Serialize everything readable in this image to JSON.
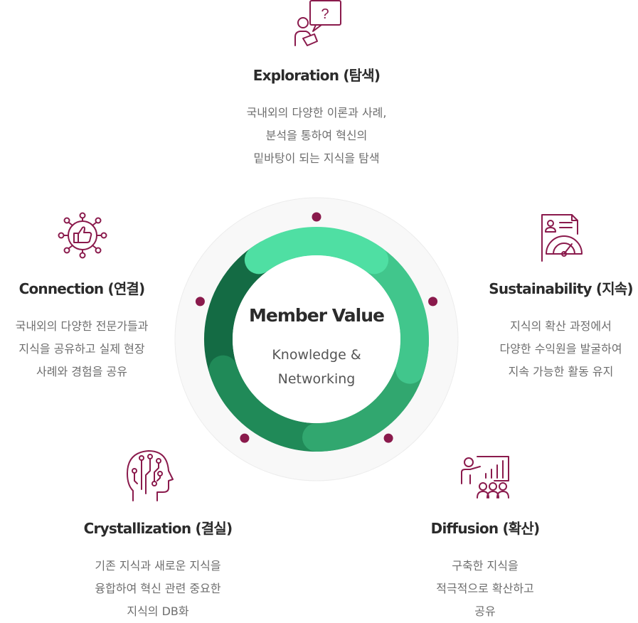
{
  "center": {
    "title": "Member Value",
    "subtitle_line1": "Knowledge &",
    "subtitle_line2": "Networking"
  },
  "items": [
    {
      "icon": "question-speech-icon",
      "title": "Exploration (탐색)",
      "lines": [
        "국내외의 다양한 이론과 사례,",
        "분석을 통하여 혁신의",
        "밑바탕이 되는 지식을 탐색"
      ]
    },
    {
      "icon": "report-gauge-icon",
      "title": "Sustainability (지속)",
      "lines": [
        "지식의 확산 과정에서",
        "다양한 수익원을 발굴하여",
        "지속 가능한 활동 유지"
      ]
    },
    {
      "icon": "presentation-audience-icon",
      "title": "Diffusion (확산)",
      "lines": [
        "구축한 지식을",
        "적극적으로 확산하고",
        "공유"
      ]
    },
    {
      "icon": "brain-circuit-icon",
      "title": "Crystallization (결실)",
      "lines": [
        "기존 지식과 새로운 지식을",
        "융합하여 혁신 관련 중요한",
        "지식의 DB화"
      ]
    },
    {
      "icon": "thumbs-up-network-icon",
      "title": "Connection (연결)",
      "lines": [
        "국내외의 다양한 전문가들과",
        "지식을 공유하고 실제 현장",
        "사례와 경험을 공유"
      ]
    }
  ],
  "colors": {
    "accent": "#8a1a4c",
    "ring_outer": "#f4f4f4",
    "segments": [
      "#4fdfa3",
      "#41c68c",
      "#31a76f",
      "#208a58",
      "#146b44"
    ]
  }
}
